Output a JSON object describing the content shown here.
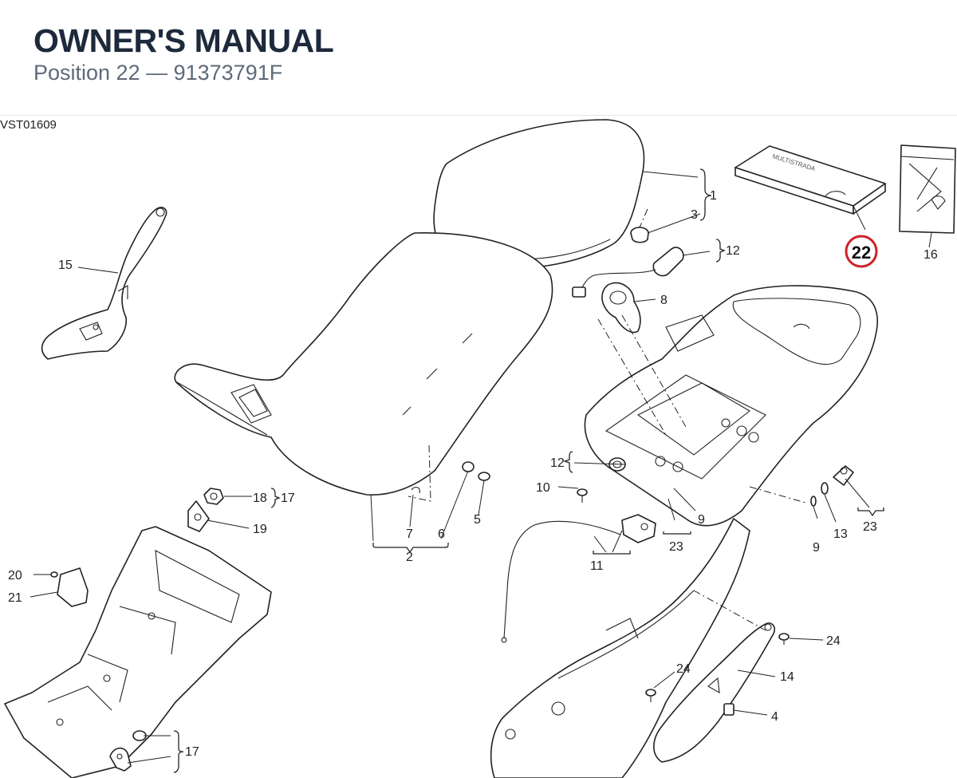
{
  "header": {
    "title": "OWNER'S MANUAL",
    "subtitle": "Position 22 — 91373791F",
    "drawing_code": "VST01609"
  },
  "highlight": {
    "position": "22",
    "color": "#d0202a"
  },
  "callouts": {
    "c1": "1",
    "c2": "2",
    "c3": "3",
    "c4": "4",
    "c5": "5",
    "c6": "6",
    "c7": "7",
    "c8": "8",
    "c9a": "9",
    "c9b": "9",
    "c10": "10",
    "c11": "11",
    "c12a": "12",
    "c12b": "12",
    "c13": "13",
    "c14": "14",
    "c15": "15",
    "c16": "16",
    "c17a": "17",
    "c17b": "17",
    "c18": "18",
    "c19": "19",
    "c20": "20",
    "c21": "21",
    "c23a": "23",
    "c23b": "23",
    "c24a": "24",
    "c24b": "24"
  },
  "manual_cover_text": "MULTISTRADA"
}
